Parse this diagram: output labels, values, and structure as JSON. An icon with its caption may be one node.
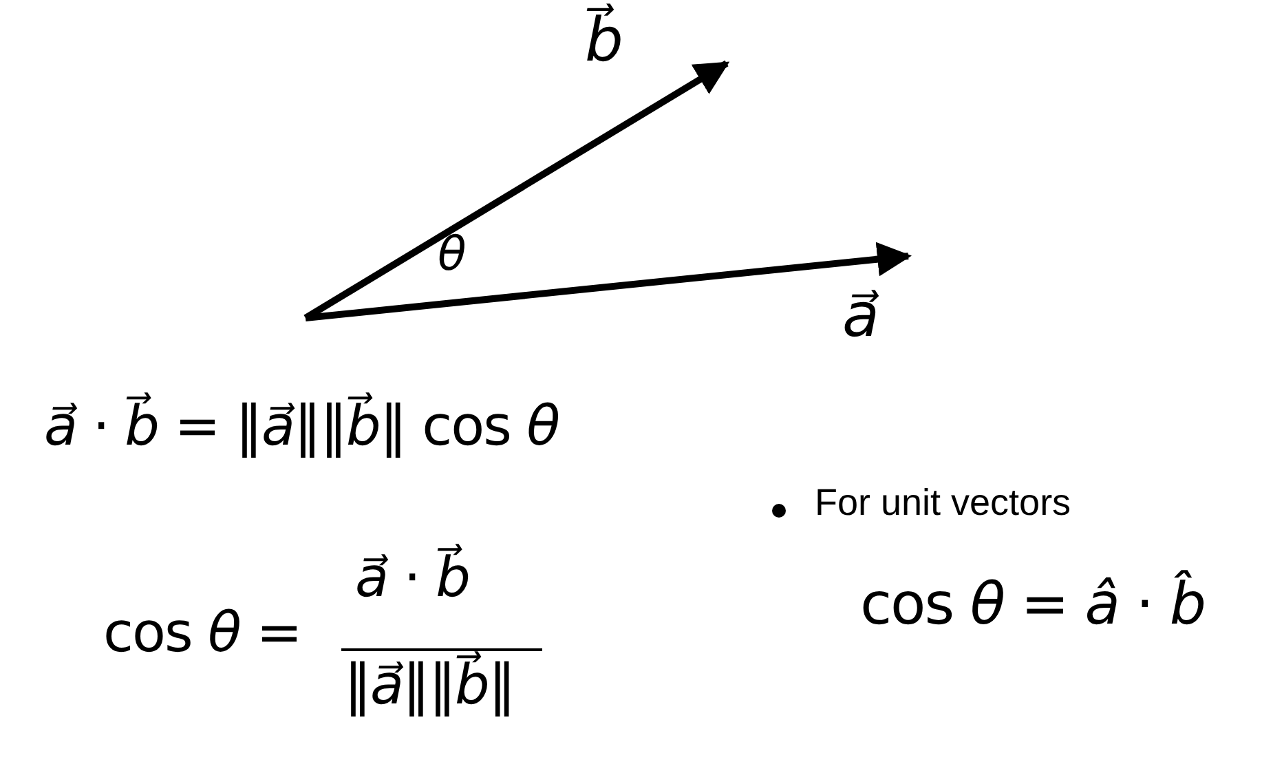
{
  "diagram": {
    "labels": [
      "*b⃗*",
      "*θ*",
      "*a⃗*",
      "*a⃗* · *b⃗* = ‖*a⃗*‖‖*b⃗*‖ cos *θ*",
      "For unit vectors",
      "cos *θ* =",
      "*a⃗* · *b⃗*",
      "cos *θ* = *â* · *b̂*",
      "‖*a⃗*‖‖*b⃗*‖"
    ]
  }
}
